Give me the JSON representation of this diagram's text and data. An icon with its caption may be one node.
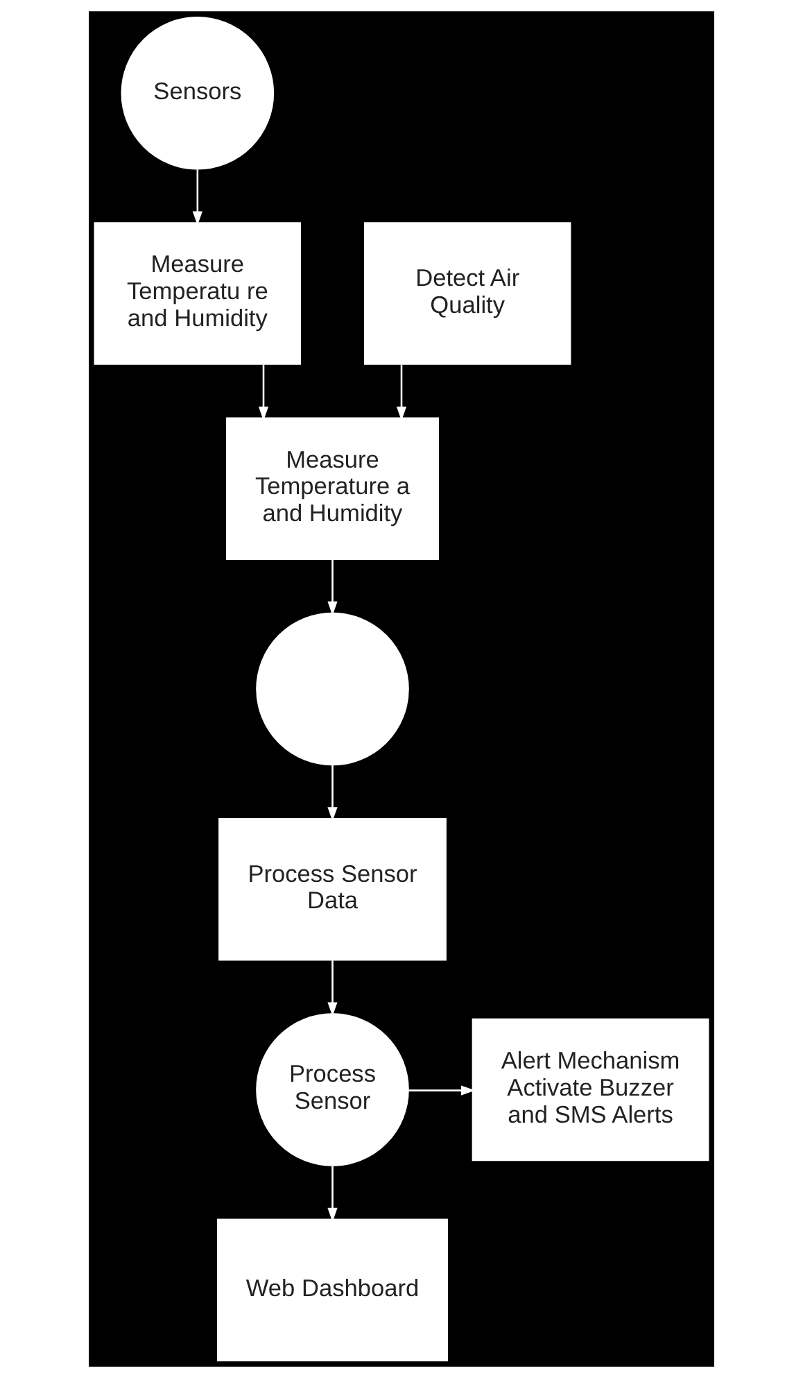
{
  "diagram": {
    "nodes": [
      {
        "text": [
          "Sensors"
        ]
      },
      {
        "text": [
          "Measure Temperatu re and Humidity"
        ]
      },
      {
        "text": [
          "Detect Air Quality"
        ]
      },
      {
        "text": [
          "Measure Temperature a and Humidity"
        ]
      },
      {
        "text": [],
        "shape": "circle"
      },
      {
        "text": [
          "Process Sensor Data"
        ]
      },
      {
        "text": [
          "Process Sensor"
        ]
      },
      {
        "text": [
          "Alert Mechanism Activate Buzzer and SMS Alerts"
        ]
      },
      {
        "text": [
          "Web Dashboard"
        ]
      }
    ],
    "edges": [
      {
        "from": 0,
        "to": 1,
        "arrow": "to"
      },
      {
        "from": 1,
        "to": 3,
        "arrow": "to"
      },
      {
        "from": 2,
        "to": 3,
        "arrow": "to"
      },
      {
        "from": 3,
        "to": 4,
        "arrow": "to"
      },
      {
        "from": 4,
        "to": 5,
        "arrow": "to"
      },
      {
        "from": 5,
        "to": 6,
        "arrow": "to"
      },
      {
        "from": 6,
        "to": 7,
        "arrow": "to"
      },
      {
        "from": 6,
        "to": 8,
        "arrow": "to"
      }
    ]
  }
}
